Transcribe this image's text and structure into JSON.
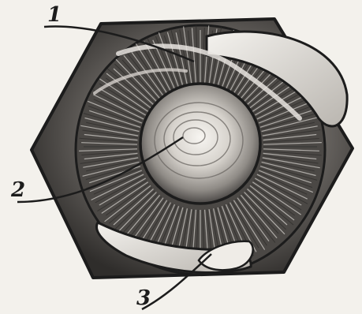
{
  "callouts": {
    "one": "1",
    "two": "2",
    "three": "3"
  },
  "colors": {
    "background": "#f3f1ec",
    "outline": "#1c1c1c",
    "dark_fill": "#3a3836",
    "mid_fill": "#6b6865",
    "light_fill": "#d9d6d1"
  }
}
